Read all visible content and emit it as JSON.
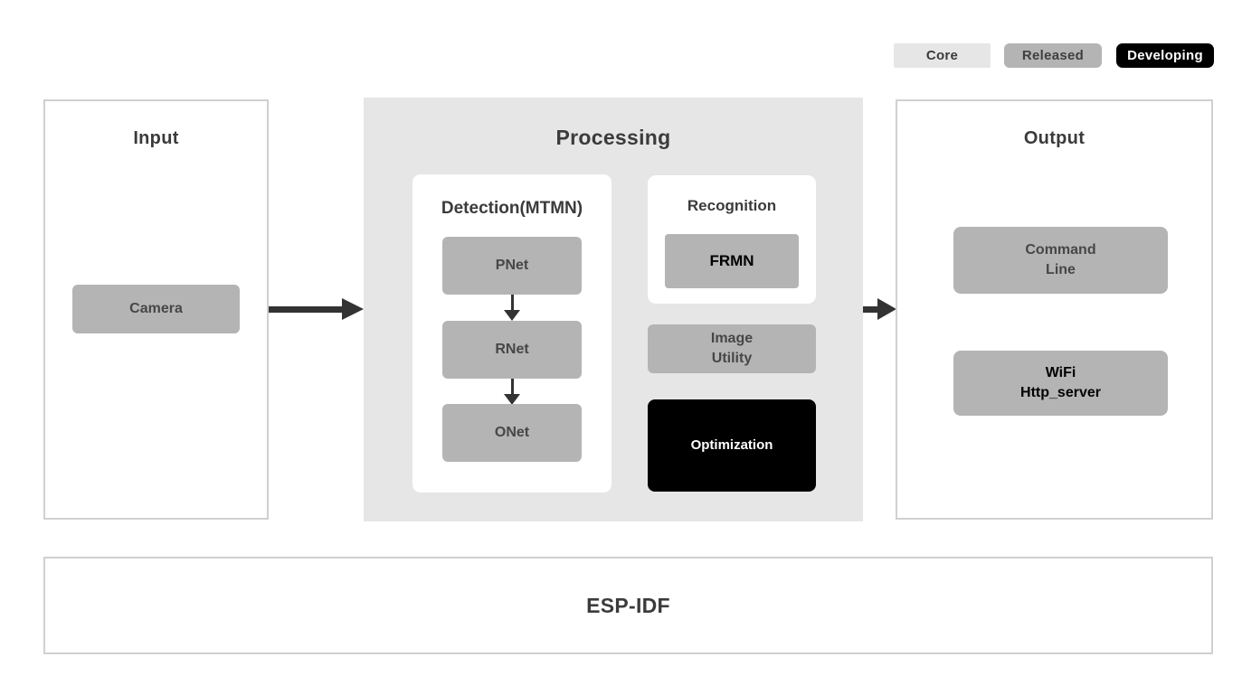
{
  "legend": {
    "core": {
      "label": "Core",
      "color": "#e6e6e6"
    },
    "released": {
      "label": "Released",
      "color": "#b4b4b4"
    },
    "developing": {
      "label": "Developing",
      "color": "#000000"
    }
  },
  "input": {
    "title": "Input",
    "camera": "Camera"
  },
  "processing": {
    "title": "Processing",
    "detection": {
      "title": "Detection(MTMN)",
      "pnet": "PNet",
      "rnet": "RNet",
      "onet": "ONet"
    },
    "recognition": {
      "title": "Recognition",
      "frmn": "FRMN"
    },
    "image_utility": "Image\nUtility",
    "optimization": "Optimization"
  },
  "output": {
    "title": "Output",
    "command_line": "Command\nLine",
    "wifi": "WiFi\nHttp_server"
  },
  "foundation": {
    "title": "ESP-IDF"
  },
  "colors": {
    "node_gray": "#b4b4b4",
    "container_light_gray": "#e6e6e6",
    "node_black": "#000000",
    "panel_border": "#d0d0d0",
    "arrow": "#333333",
    "text_dark": "#3b3b3b"
  }
}
